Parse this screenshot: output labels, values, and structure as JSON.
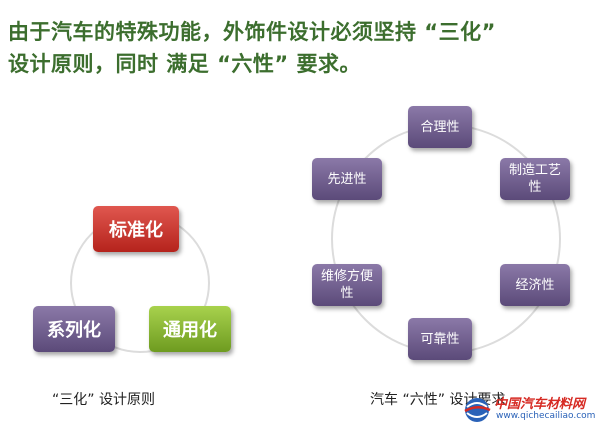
{
  "headline": {
    "line1": "由于汽车的特殊功能，外饰件设计必须坚持 “三化”",
    "line2": "设计原则，同时 满足 “六性” 要求。"
  },
  "san_hua": {
    "caption": "“三化” 设计原则",
    "nodes": [
      "标准化",
      "系列化",
      "通用化"
    ]
  },
  "liu_xing": {
    "caption": "汽车 “六性” 设计要求",
    "nodes": [
      "合理性",
      "制造工艺性",
      "经济性",
      "可靠性",
      "维修方便性",
      "先进性"
    ]
  },
  "colors": {
    "headline": "#3c6e2e",
    "red": "#c3332b",
    "green": "#86b232",
    "purple": "#6a5a87"
  },
  "logo": {
    "name": "中国汽车材料网",
    "url": "www.qichecailiao.com"
  }
}
